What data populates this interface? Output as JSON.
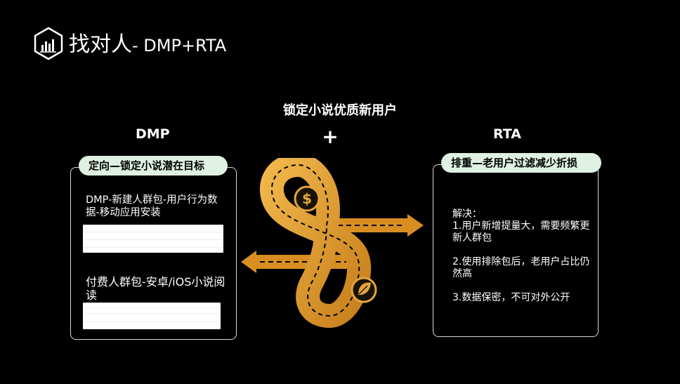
{
  "header": {
    "title_main": "找对人",
    "title_sub": "- DMP+RTA",
    "logo_icon": "bar-chart-hexagon-icon"
  },
  "headline": "锁定小说优质新用户",
  "plus_sign": "+",
  "dmp": {
    "label": "DMP",
    "pill": "定向—锁定小说潜在目标",
    "text1": "DMP-新建人群包-用户行为数据-移动应用安装",
    "text2": "付费人群包-安卓/iOS小说阅读"
  },
  "rta": {
    "label": "RTA",
    "pill": "排重—老用户过滤减少折损",
    "solution_title": "解决：",
    "point1": "1.用户新增提量大，需要频繁更新人群包",
    "point2": "2.使用排除包后，老用户占比仍然高",
    "point3": "3.数据保密，不可对外公开"
  },
  "graphic": {
    "road_color": "#e3a63c",
    "arrow_color": "#d98e22",
    "top_icon": "dollar-icon",
    "bottom_icon": "leaf-icon",
    "dollar_glyph": "$"
  },
  "colors": {
    "background": "#000000",
    "pill_bg": "#dff1e2"
  }
}
